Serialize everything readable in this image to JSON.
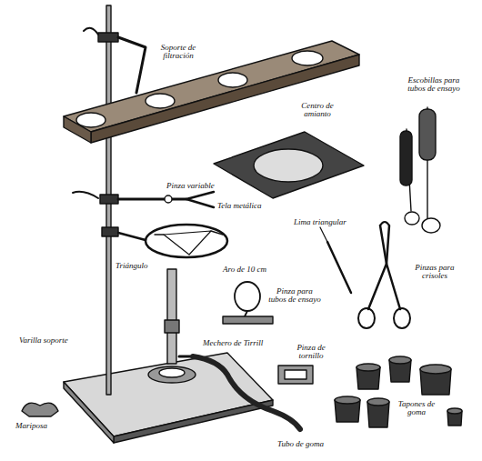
{
  "diagram": {
    "labels": [
      "Soporte de filtración",
      "Escobillas para tubos de ensayo",
      "Centro de amianto",
      "Pinza variable",
      "Tela metálica",
      "Lima triangular",
      "Pinzas para crisoles",
      "Triángulo",
      "Aro de 10 cm",
      "Pinza para tubos de ensayo",
      "Varilla soporte",
      "Mechero de Tirrill",
      "Pinza de tornillo",
      "Tapones de goma",
      "Mariposa",
      "Tubo de goma"
    ]
  }
}
